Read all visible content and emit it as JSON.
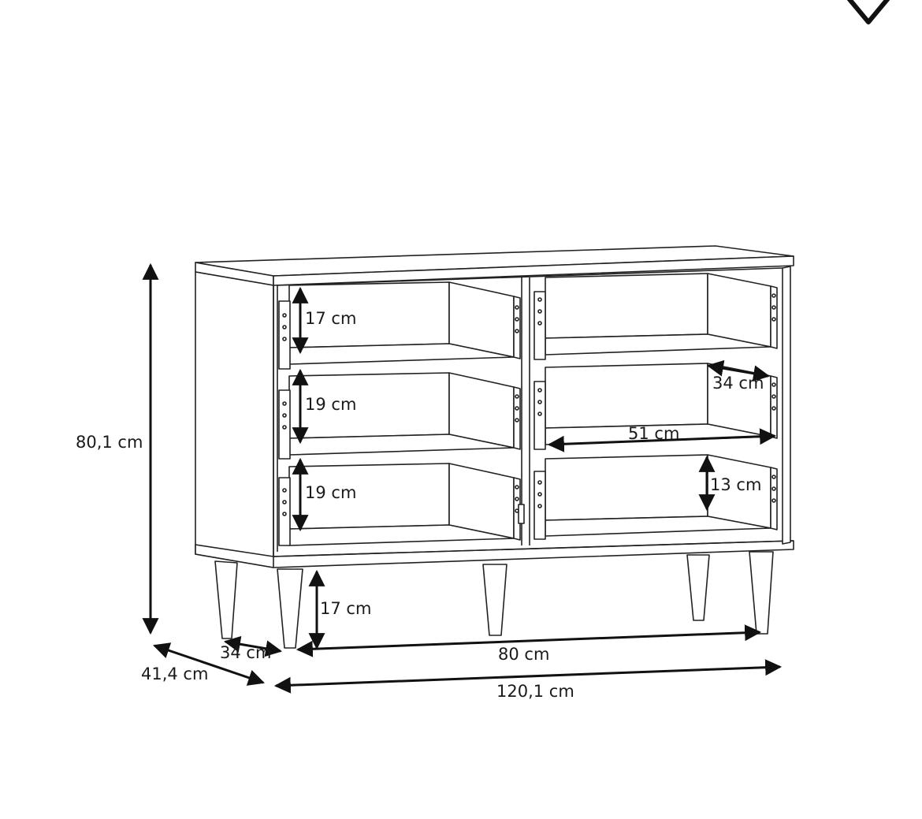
{
  "header": {
    "wishlist_icon": "heart-outline-icon"
  },
  "dimensions": {
    "total_height": "80,1 cm",
    "total_depth": "41,4 cm",
    "total_width": "120,1 cm",
    "inner_width": "80 cm",
    "leg_depth": "34 cm",
    "leg_height": "17 cm",
    "drawer_1_height": "17 cm",
    "drawer_2_height": "19 cm",
    "drawer_3_height": "19 cm",
    "drawer_depth": "34 cm",
    "drawer_width": "51 cm",
    "drawer_inner_height": "13 cm"
  },
  "colors": {
    "line": "#1a1a1a",
    "background": "#ffffff"
  }
}
